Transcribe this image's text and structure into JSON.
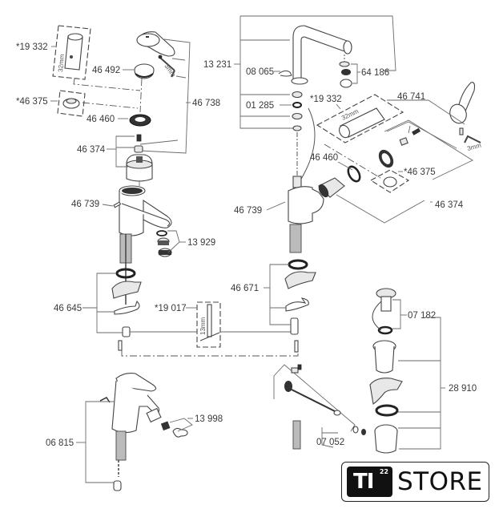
{
  "diagram": {
    "title": "Exploded parts diagram - basin and bidet mixer spare parts",
    "labels": {
      "p19332_left": "*19 332",
      "p46492": "46 492",
      "p46375_left": "*46 375",
      "p46460_left": "46 460",
      "p46738": "46 738",
      "p46374_left": "46 374",
      "p46739_left": "46 739",
      "p13929": "13 929",
      "p46645": "46 645",
      "p19017": "*19 017",
      "p06815": "06 815",
      "p13998": "13 998",
      "p13231": "13 231",
      "p08065": "08 065",
      "p64186": "64 186",
      "p01285": "01 285",
      "p19332_right": "*19 332",
      "p46741": "46 741",
      "p46460_right": "46 460",
      "p46375_right": "*46 375",
      "p46739_right": "46 739",
      "p46374_right": "46 374",
      "p46671": "46 671",
      "p07182": "07 182",
      "p28910": "28 910",
      "p07052": "07 052"
    },
    "dimensions": {
      "cartridge_tool_left": "32mm",
      "cartridge_tool_right": "32mm",
      "hex_key_left": "3mm",
      "hex_key_right": "3mm",
      "tool_19017": "13mm"
    }
  },
  "logo": {
    "mark": "TI",
    "superscript": "22",
    "text": "STORE"
  }
}
